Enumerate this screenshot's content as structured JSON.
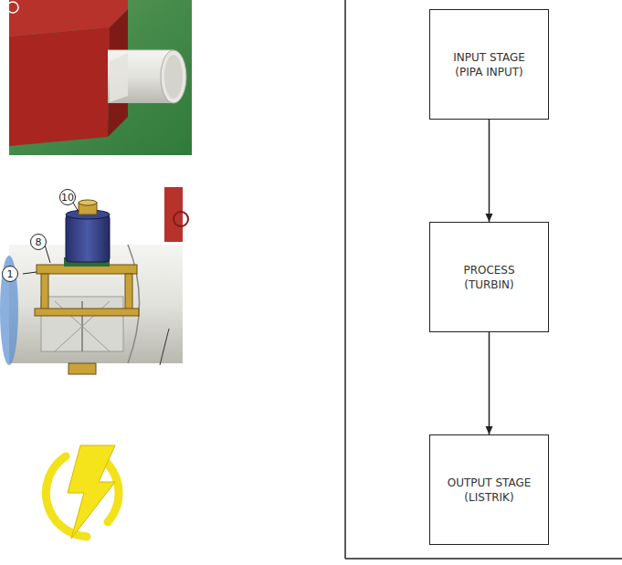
{
  "diagram": {
    "nodes": [
      {
        "text": [
          "INPUT STAGE",
          "(PIPA INPUT)"
        ]
      },
      {
        "text": [
          "PROCESS",
          "(TURBIN)"
        ]
      },
      {
        "text": [
          "OUTPUT STAGE",
          "(LISTRIK)"
        ]
      }
    ],
    "edges": [
      {
        "from": 0,
        "to": 1,
        "arrow": "to"
      },
      {
        "from": 1,
        "to": 2,
        "arrow": "to"
      }
    ],
    "labels": [
      "10",
      "8",
      "1"
    ]
  }
}
